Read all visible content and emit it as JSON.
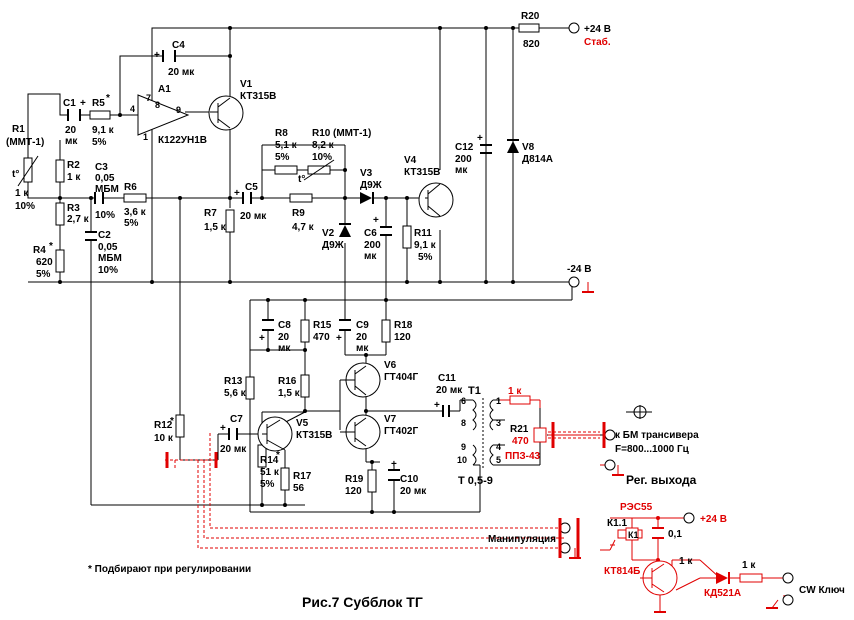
{
  "figure": {
    "caption": "Рис.7  Субблок ТГ",
    "footnote": "*  Подбирают при регулировании"
  },
  "terminals": {
    "plus24": "+24 В",
    "plus24_stab": "Стаб.",
    "minus24": "-24 В",
    "plus24_relay": "+24 В",
    "bm": "к БМ трансивера",
    "freq": "F=800...1000 Гц",
    "reg_out": "Рег. выхода",
    "manip": "Манипуляция",
    "cw": "CW Ключ"
  },
  "components": {
    "A1": {
      "ref": "A1",
      "type": "К122УН1В",
      "pins": [
        "7",
        "8",
        "9",
        "4",
        "1"
      ]
    },
    "C1": {
      "ref": "C1",
      "value": "20",
      "unit": "мк"
    },
    "R1": {
      "ref": "R1",
      "note": "(ММТ-1)",
      "value": "1 к",
      "tol": "10%",
      "t": "t°"
    },
    "R2": {
      "ref": "R2",
      "value": "1 к"
    },
    "R3": {
      "ref": "R3",
      "value": "2,7 к"
    },
    "R4": {
      "ref": "R4",
      "mark": "*",
      "value": "620",
      "tol": "5%"
    },
    "R5": {
      "ref": "R5",
      "mark": "*",
      "value": "9,1 к",
      "tol": "5%"
    },
    "C2": {
      "ref": "C2",
      "value": "0,05",
      "type": "МБМ",
      "tol": "10%"
    },
    "C3": {
      "ref": "C3",
      "value": "0,05",
      "type": "МБМ",
      "tol": "10%"
    },
    "C4": {
      "ref": "C4",
      "value": "20 мк"
    },
    "R6": {
      "ref": "R6",
      "value": "3,6 к",
      "tol": "5%"
    },
    "V1": {
      "ref": "V1",
      "type": "КТ315В"
    },
    "R7": {
      "ref": "R7",
      "value": "1,5 к"
    },
    "C5": {
      "ref": "C5",
      "value": "20 мк"
    },
    "R8": {
      "ref": "R8",
      "value": "5,1 к",
      "tol": "5%"
    },
    "R10": {
      "ref": "R10",
      "note": "(ММТ-1)",
      "value": "8,2 к",
      "tol": "10%",
      "t": "t°"
    },
    "R9": {
      "ref": "R9",
      "value": "4,7 к"
    },
    "V2": {
      "ref": "V2",
      "type": "Д9Ж"
    },
    "V3": {
      "ref": "V3",
      "type": "Д9Ж"
    },
    "C6": {
      "ref": "C6",
      "value": "200",
      "unit": "мк"
    },
    "R11": {
      "ref": "R11",
      "value": "9,1 к",
      "tol": "5%"
    },
    "V4": {
      "ref": "V4",
      "type": "КТ315В"
    },
    "C12": {
      "ref": "C12",
      "value": "200",
      "unit": "мк"
    },
    "V8": {
      "ref": "V8",
      "type": "Д814А"
    },
    "R20": {
      "ref": "R20",
      "value": "820"
    },
    "C8": {
      "ref": "C8",
      "value": "20",
      "unit": "мк"
    },
    "R15": {
      "ref": "R15",
      "value": "470"
    },
    "C9": {
      "ref": "C9",
      "value": "20",
      "unit": "мк"
    },
    "R18": {
      "ref": "R18",
      "value": "120"
    },
    "R13": {
      "ref": "R13",
      "value": "5,6 к"
    },
    "R16": {
      "ref": "R16",
      "value": "1,5 к"
    },
    "V6": {
      "ref": "V6",
      "type": "ГТ404Г"
    },
    "V7": {
      "ref": "V7",
      "type": "ГТ402Г"
    },
    "V5": {
      "ref": "V5",
      "type": "КТ315В"
    },
    "C7": {
      "ref": "C7",
      "value": "20 мк"
    },
    "R12": {
      "ref": "R12",
      "mark": "*",
      "value": "10 к"
    },
    "R14": {
      "ref": "R14",
      "mark": "*",
      "value": "51 к",
      "tol": "5%"
    },
    "R17": {
      "ref": "R17",
      "value": "56"
    },
    "R19": {
      "ref": "R19",
      "value": "120"
    },
    "C10": {
      "ref": "C10",
      "value": "20 мк"
    },
    "C11": {
      "ref": "C11",
      "value": "20 мк"
    },
    "T1": {
      "ref": "T1",
      "type": "Т 0,5-9",
      "pins": [
        "6",
        "1",
        "8",
        "3",
        "9",
        "4",
        "10",
        "5"
      ]
    },
    "R21": {
      "ref": "R21",
      "value": "470",
      "type": "ППЗ-43"
    },
    "R_out": {
      "value": "1 к"
    },
    "K1": {
      "ref": "К1",
      "type": "РЭС55",
      "contact": "К1.1",
      "coil": "К1"
    },
    "C_relay": {
      "value": "0,1"
    },
    "VT_sw": {
      "type": "КТ814Б"
    },
    "R_base": {
      "value": "1 к"
    },
    "R_key": {
      "value": "1 к"
    },
    "D_key": {
      "type": "КД521А"
    }
  },
  "plus_sign": "+",
  "ground_symbol": "ground-symbol"
}
